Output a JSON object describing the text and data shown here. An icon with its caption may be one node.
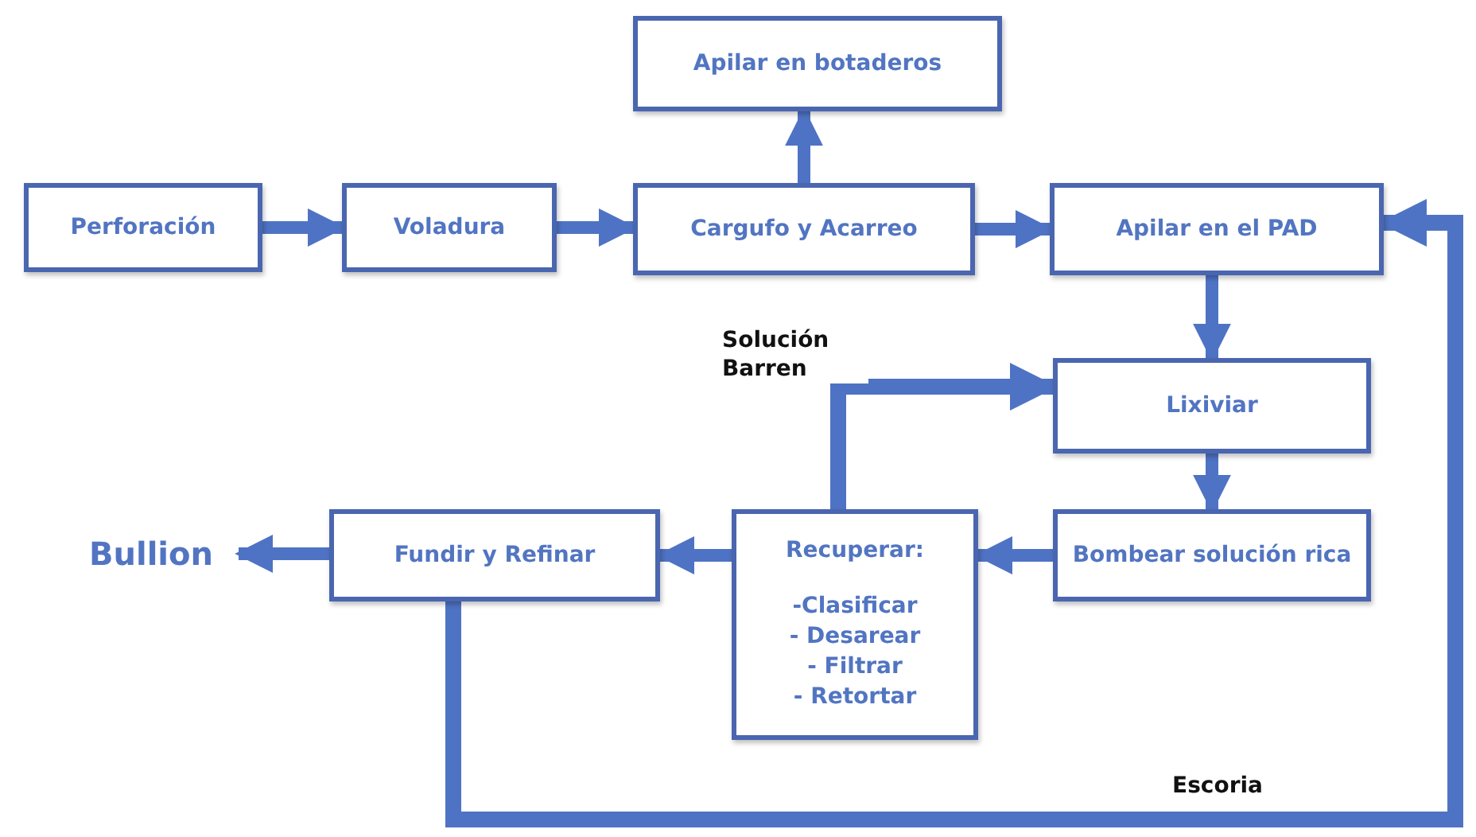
{
  "diagram": {
    "nodes": [
      {
        "text": [
          "Perforación"
        ]
      },
      {
        "text": [
          "Voladura"
        ]
      },
      {
        "text": [
          "Cargufo y Acarreo"
        ]
      },
      {
        "text": [
          "Apilar en botaderos"
        ]
      },
      {
        "text": [
          "Apilar en el PAD"
        ]
      },
      {
        "text": [
          "Lixiviar"
        ]
      },
      {
        "text": [
          "Bombear solución rica"
        ]
      },
      {
        "text": [
          "Recuperar:",
          "-Clasificar",
          "- Desarear",
          "- Filtrar",
          "- Retortar"
        ]
      },
      {
        "text": [
          "Fundir y Refinar"
        ]
      },
      {
        "text": [
          "Bullion"
        ]
      }
    ],
    "edges": [
      {
        "from": 0,
        "to": 1,
        "arrow": "to"
      },
      {
        "from": 1,
        "to": 2,
        "arrow": "to"
      },
      {
        "from": 2,
        "to": 3,
        "arrow": "to"
      },
      {
        "from": 2,
        "to": 4,
        "arrow": "to"
      },
      {
        "from": 4,
        "to": 5,
        "arrow": "to"
      },
      {
        "from": 5,
        "to": 6,
        "arrow": "to"
      },
      {
        "from": 6,
        "to": 7,
        "arrow": "to"
      },
      {
        "from": 7,
        "to": 8,
        "arrow": "to"
      },
      {
        "from": 8,
        "to": 9,
        "arrow": "to"
      },
      {
        "from": 7,
        "to": 5,
        "arrow": "to",
        "label": "Solución Barren"
      },
      {
        "from": 8,
        "to": 4,
        "arrow": "to",
        "label": "Escoria"
      }
    ]
  }
}
